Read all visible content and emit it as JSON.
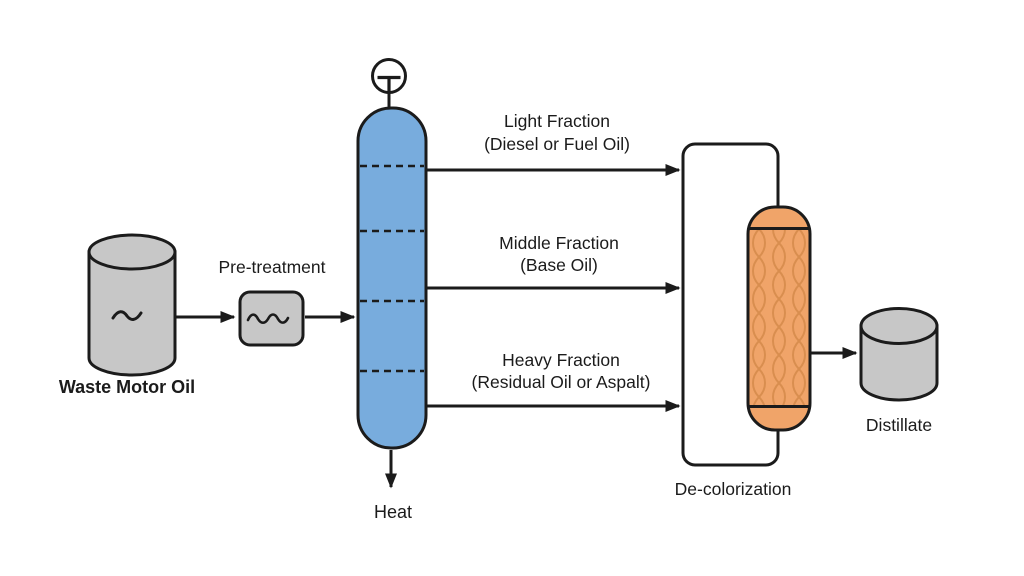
{
  "colors": {
    "background": "#ffffff",
    "outline": "#1b1b1b",
    "distillation_column_blue": "#78acdd",
    "vessel_gray": "#c7c7c7",
    "adsorber_orange": "#f0a469",
    "adsorber_pattern_orange": "#d98e4f",
    "heat_text": "#c8552c"
  },
  "nodes": {
    "waste_oil": {
      "label": "Waste Motor Oil"
    },
    "pretreatment": {
      "label": "Pre-treatment"
    },
    "heat": {
      "label": "Heat"
    },
    "decolorization": {
      "label": "De-colorization"
    },
    "distillate": {
      "label": "Distillate"
    }
  },
  "fractions": [
    {
      "name": "Light Fraction",
      "detail": "(Diesel or Fuel Oil)"
    },
    {
      "name": "Middle Fraction",
      "detail": "(Base Oil)"
    },
    {
      "name": "Heavy Fraction",
      "detail": "(Residual Oil or Aspalt)"
    }
  ]
}
